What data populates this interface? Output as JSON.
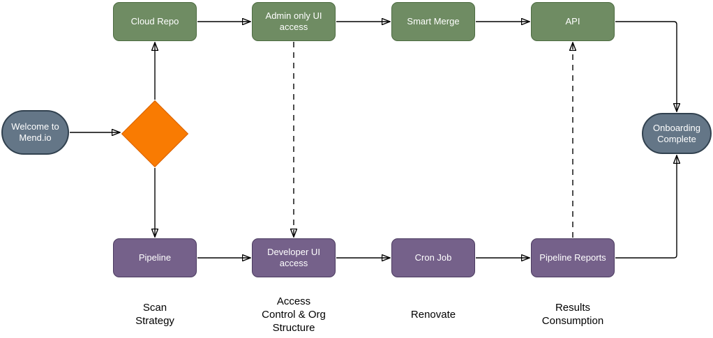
{
  "nodes": {
    "welcome": {
      "label": "Welcome to\nMend.io",
      "type": "terminal"
    },
    "decision": {
      "label": "",
      "type": "decision"
    },
    "cloud_repo": {
      "label": "Cloud Repo",
      "type": "stage-top"
    },
    "admin_access": {
      "label": "Admin only UI access",
      "type": "stage-top"
    },
    "smart_merge": {
      "label": "Smart Merge",
      "type": "stage-top"
    },
    "api": {
      "label": "API",
      "type": "stage-top"
    },
    "pipeline": {
      "label": "Pipeline",
      "type": "stage-bottom"
    },
    "dev_access": {
      "label": "Developer UI access",
      "type": "stage-bottom"
    },
    "cron_job": {
      "label": "Cron Job",
      "type": "stage-bottom"
    },
    "pipeline_reports": {
      "label": "Pipeline Reports",
      "type": "stage-bottom"
    },
    "onboarding": {
      "label": "Onboarding\nComplete",
      "type": "terminal"
    }
  },
  "sections": {
    "scan": "Scan\nStrategy",
    "access": "Access\nControl & Org\nStructure",
    "renovate": "Renovate",
    "results": "Results\nConsumption"
  },
  "edges": [
    {
      "from": "welcome",
      "to": "decision",
      "style": "solid"
    },
    {
      "from": "decision",
      "to": "cloud_repo",
      "style": "solid"
    },
    {
      "from": "decision",
      "to": "pipeline",
      "style": "solid"
    },
    {
      "from": "cloud_repo",
      "to": "admin_access",
      "style": "solid"
    },
    {
      "from": "admin_access",
      "to": "smart_merge",
      "style": "solid"
    },
    {
      "from": "smart_merge",
      "to": "api",
      "style": "solid"
    },
    {
      "from": "api",
      "to": "onboarding",
      "style": "solid"
    },
    {
      "from": "admin_access",
      "to": "dev_access",
      "style": "dashed"
    },
    {
      "from": "pipeline",
      "to": "dev_access",
      "style": "solid"
    },
    {
      "from": "dev_access",
      "to": "cron_job",
      "style": "solid"
    },
    {
      "from": "cron_job",
      "to": "pipeline_reports",
      "style": "solid"
    },
    {
      "from": "pipeline_reports",
      "to": "api",
      "style": "dashed"
    },
    {
      "from": "pipeline_reports",
      "to": "onboarding",
      "style": "solid"
    }
  ],
  "colors": {
    "stage_top_fill": "#6F8C63",
    "stage_top_stroke": "#4C6B40",
    "stage_bottom_fill": "#75618A",
    "stage_bottom_stroke": "#4A3A5F",
    "terminal_fill": "#647687",
    "terminal_stroke": "#31414F",
    "decision_fill": "#F97B02",
    "decision_stroke": "#D96202",
    "edge_color": "#000000",
    "label_color": "#000000",
    "node_text_color": "#FFFFFF",
    "background": "#FFFFFF"
  }
}
